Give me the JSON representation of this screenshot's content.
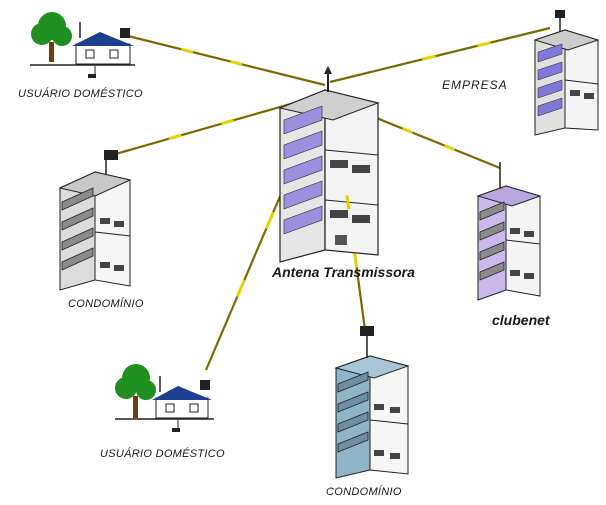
{
  "nodes": {
    "house_top": {
      "label": "USUÁRIO DOMÉSTICO"
    },
    "empresa": {
      "label": "EMPRESA"
    },
    "condo_left": {
      "label": "CONDOMÍNIO"
    },
    "hub": {
      "label": "Antena Transmissora"
    },
    "clubenet": {
      "label": "clubenet"
    },
    "house_bottom": {
      "label": "USUÁRIO DOMÉSTICO"
    },
    "condo_bottom": {
      "label": "CONDOMÍNIO"
    }
  },
  "colors": {
    "link": "#7a6a00",
    "link_highlight": "#e8d000",
    "hub_window": "#9b8fe0",
    "empresa_window": "#7f78d8",
    "clubenet_face": "#cbb8ec",
    "condo_bottom_face": "#8eb4c8",
    "tree": "#1f8f1f",
    "house_roof": "#1d3f8f"
  }
}
